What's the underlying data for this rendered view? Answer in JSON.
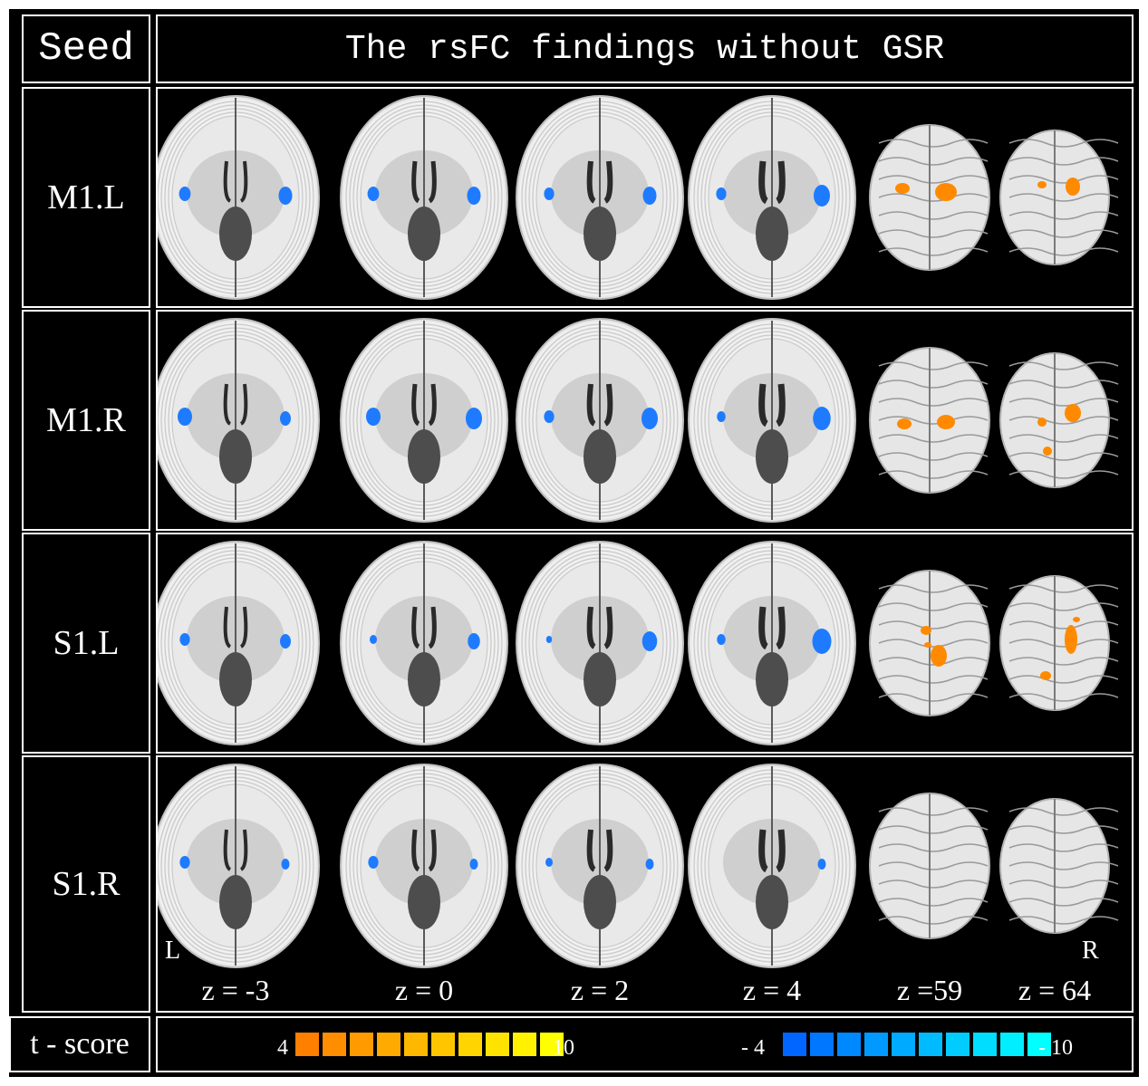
{
  "header": {
    "seed_label": "Seed",
    "title": "The rsFC findings without GSR"
  },
  "rows": [
    {
      "seed": "M1.L"
    },
    {
      "seed": "M1.R"
    },
    {
      "seed": "S1.L"
    },
    {
      "seed": "S1.R"
    }
  ],
  "slices": [
    "z = -3",
    "z = 0",
    "z = 2",
    "z = 4",
    "z =59",
    "z = 64"
  ],
  "orientation": {
    "left": "L",
    "right": "R"
  },
  "legend": {
    "label": "t - score",
    "positive": {
      "min": "4",
      "max": "10",
      "colors": [
        "#ff7f00",
        "#ffff00"
      ]
    },
    "negative": {
      "min": "- 4",
      "max": "- 10",
      "colors": [
        "#0066ff",
        "#00ffff"
      ]
    }
  }
}
